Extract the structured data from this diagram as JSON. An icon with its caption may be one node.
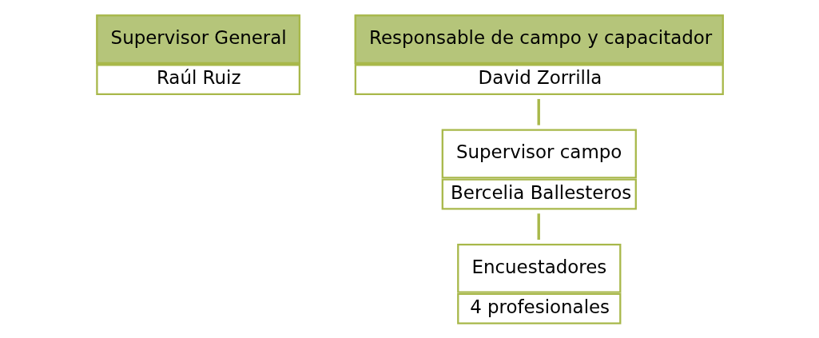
{
  "diagram": {
    "nodes": [
      {
        "text": [
          "Supervisor General",
          "Raúl Ruiz"
        ]
      },
      {
        "text": [
          "Responsable de campo y capacitador",
          "David Zorrilla"
        ]
      },
      {
        "text": [
          "Supervisor campo",
          "Bercelia Ballesteros"
        ]
      },
      {
        "text": [
          "Encuestadores",
          "4 profesionales"
        ]
      }
    ],
    "edges": [
      {
        "from": 1,
        "to": 2,
        "arrow": "none"
      },
      {
        "from": 2,
        "to": 3,
        "arrow": "none"
      }
    ]
  }
}
